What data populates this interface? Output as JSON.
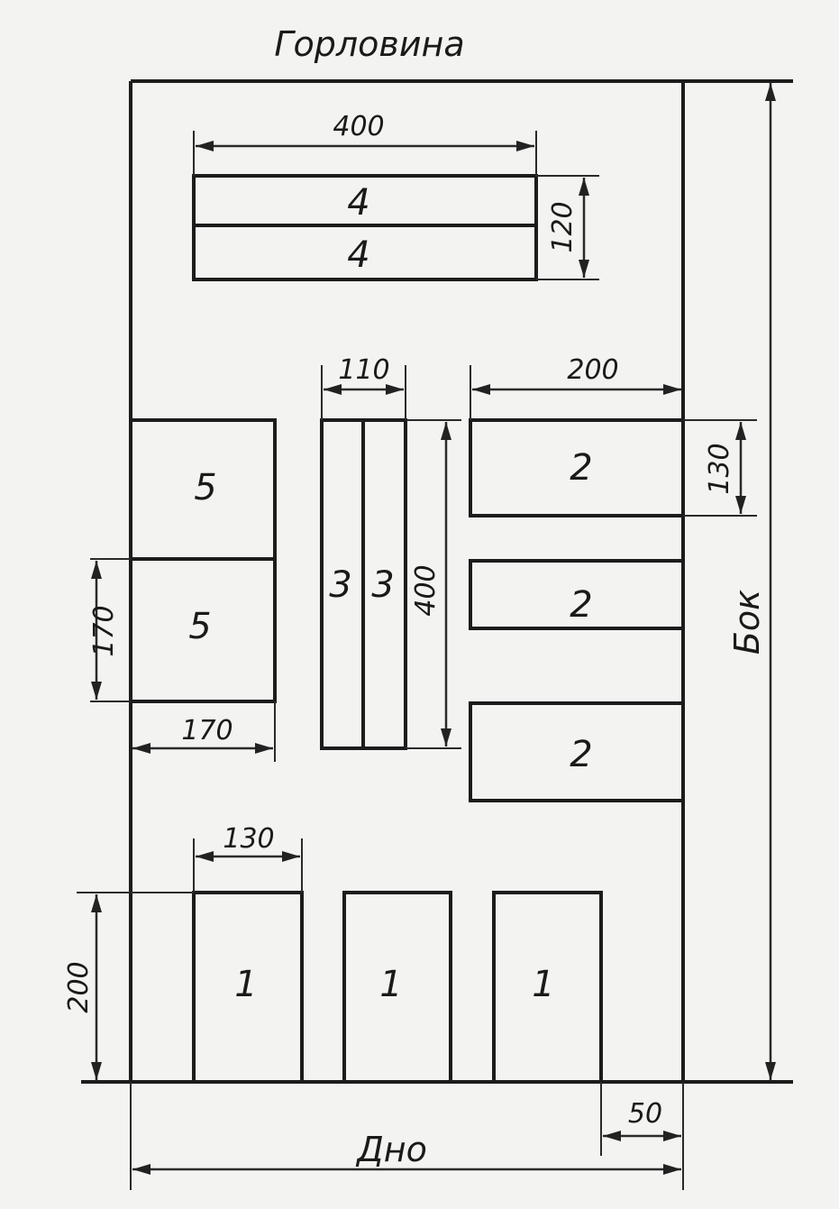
{
  "labels": {
    "top": "Горловина",
    "side": "Бок",
    "bottom": "Дно"
  },
  "parts": {
    "p1": "1",
    "p2": "2",
    "p3": "3",
    "p4": "4",
    "p5": "5"
  },
  "dimensions": {
    "d400_top": "400",
    "d120": "120",
    "d110": "110",
    "d200_top": "200",
    "d130_right": "130",
    "d400_vert": "400",
    "d170_vert": "170",
    "d170_horiz": "170",
    "d130_bottom": "130",
    "d200_left": "200",
    "d50": "50"
  }
}
